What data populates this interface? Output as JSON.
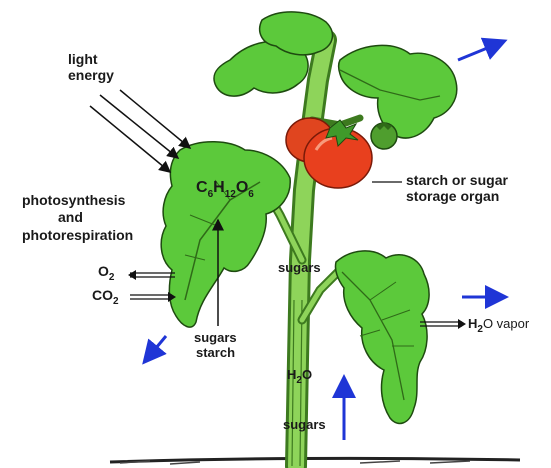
{
  "labels": {
    "light_energy_1": "light",
    "light_energy_2": "energy",
    "photosynthesis_1": "photosynthesis",
    "photosynthesis_2": "and",
    "photosynthesis_3": "photorespiration",
    "glucose_c": "C",
    "glucose_c_sub": "6",
    "glucose_h": "H",
    "glucose_h_sub": "12",
    "glucose_o": "O",
    "glucose_o_sub": "6",
    "o2": "O",
    "o2_sub": "2",
    "co2": "CO",
    "co2_sub": "2",
    "sugars_starch_1": "sugars",
    "sugars_starch_2": "starch",
    "storage_1": "starch or sugar",
    "storage_2": "storage organ",
    "sugars_stem": "sugars",
    "h2o_stem": "H",
    "h2o_stem_sub": "2",
    "h2o_stem_o": "O",
    "sugars_lower": "sugars",
    "vapor_h": "H",
    "vapor_sub": "2",
    "vapor_rest": "O vapor"
  },
  "colors": {
    "leaf": "#5cc93b",
    "leaf_dark": "#3f9a2a",
    "stem": "#8ed45a",
    "tomato": "#e8401e",
    "tomato_dark": "#c72c12",
    "unripe": "#4f9e2e",
    "arrow_blue": "#1f35d6",
    "ground": "#222222"
  }
}
